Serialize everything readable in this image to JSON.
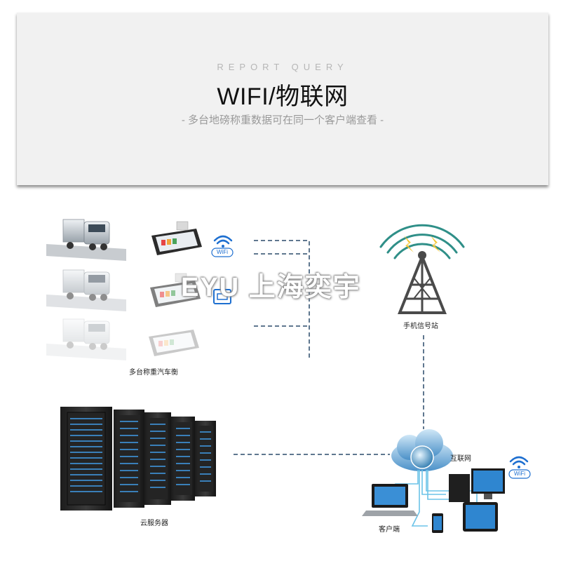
{
  "banner": {
    "subtitle_en": "REPORT QUERY",
    "title": "WIFI/物联网",
    "description": "- 多台地磅称重数据可在同一个客户端查看 -"
  },
  "watermark": "EYU 上海奕宇",
  "nodes": {
    "truck_scales": "多台称重汽车衡",
    "cell_tower": "手机信号站",
    "cloud_servers": "云服务器",
    "internet": "互联网",
    "client": "客户端"
  },
  "wifi_badge_text": "WiFi",
  "icons": [
    "truck-icon",
    "weighing-terminal-icon",
    "wifi-icon",
    "ethernet-port-icon",
    "cell-tower-icon",
    "server-rack-icon",
    "cloud-icon",
    "laptop-icon",
    "desktop-pc-icon",
    "tablet-icon",
    "phone-icon"
  ],
  "colors": {
    "line": "#2a4a6a",
    "wifi": "#1e6fd0",
    "tower_wave": "#2f8f88",
    "banner_bg": "#f1f1f1"
  }
}
